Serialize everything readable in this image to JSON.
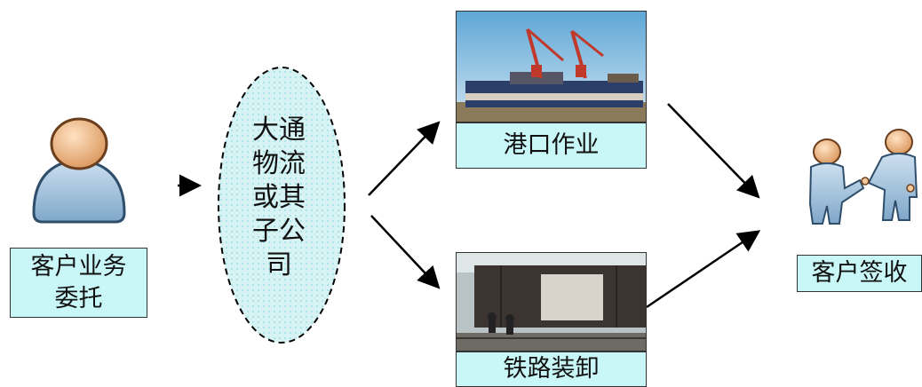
{
  "nodes": {
    "client_request": "客户业务委托",
    "dalian_logistics": "大通物流或其子公司",
    "port_operation": "港口作业",
    "rail_loading": "铁路装卸",
    "client_signoff": "客户签收"
  },
  "colors": {
    "box_fill": "#c9f7f8",
    "ellipse_fill": "#cfeff1",
    "person_body": "#aac8e0",
    "person_head": "#f3c79a"
  },
  "icons": [
    "person-icon",
    "handshake-icon",
    "port-photo",
    "railway-photo"
  ]
}
